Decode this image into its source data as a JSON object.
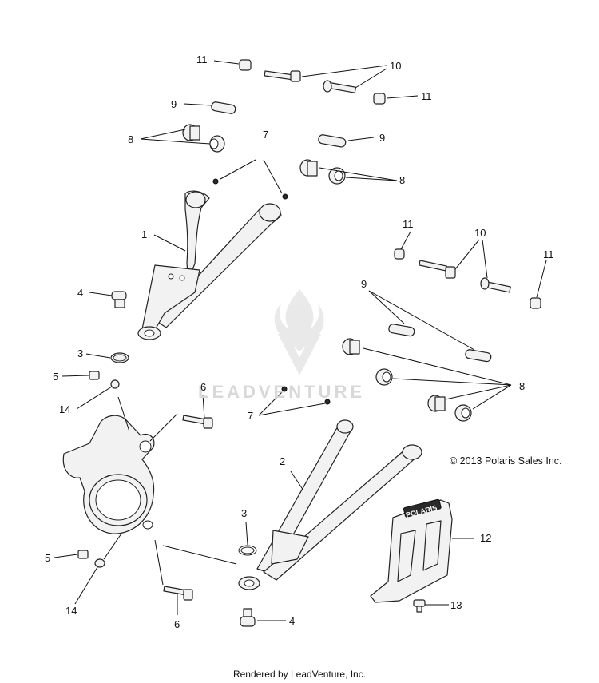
{
  "callouts": {
    "c11a": "11",
    "c10a": "10",
    "c11b": "11",
    "c9a": "9",
    "c9b": "9",
    "c8a": "8",
    "c7a": "7",
    "c8b": "8",
    "c1": "1",
    "c11c": "11",
    "c10b": "10",
    "c11d": "11",
    "c4a": "4",
    "c9c": "9",
    "c3a": "3",
    "c5a": "5",
    "c14a": "14",
    "c6a": "6",
    "c8c": "8",
    "c7b": "7",
    "c2": "2",
    "c3b": "3",
    "c12": "12",
    "c5b": "5",
    "c14b": "14",
    "c13": "13",
    "c6b": "6",
    "c4b": "4"
  },
  "copyright": "© 2013 Polaris Sales Inc.",
  "footer": "Rendered by LeadVenture, Inc.",
  "watermark": "LEADVENTURE",
  "guard_logo": "POLARIS"
}
